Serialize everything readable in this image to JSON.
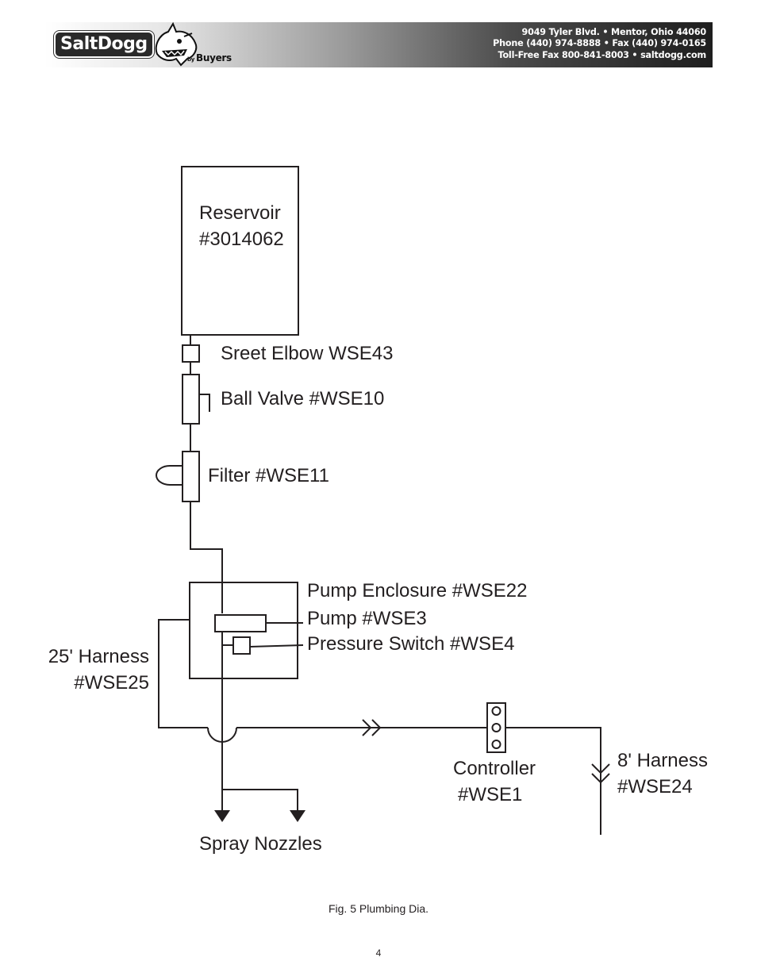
{
  "header": {
    "logo_text": "SaltDogg",
    "by_text": "by",
    "brand_text": "Buyers",
    "address_line": "9049 Tyler Blvd. • Mentor, Ohio 44060",
    "phone_line": "Phone (440) 974-8888 • Fax (440) 974-0165",
    "tollfree_line": "Toll-Free Fax 800-841-8003 • saltdogg.com"
  },
  "labels": {
    "reservoir_name": "Reservoir",
    "reservoir_part": "#3014062",
    "street_elbow": "Sreet Elbow WSE43",
    "ball_valve": "Ball Valve #WSE10",
    "filter": "Filter #WSE11",
    "pump_enclosure": "Pump Enclosure #WSE22",
    "pump": "Pump #WSE3",
    "pressure_switch": "Pressure Switch #WSE4",
    "harness25_name": "25' Harness",
    "harness25_part": "#WSE25",
    "controller_name": "Controller",
    "controller_part": "#WSE1",
    "harness8_name": "8' Harness",
    "harness8_part": "#WSE24",
    "spray_nozzles": "Spray Nozzles"
  },
  "caption": "Fig. 5  Plumbing Dia.",
  "page_number": "4"
}
